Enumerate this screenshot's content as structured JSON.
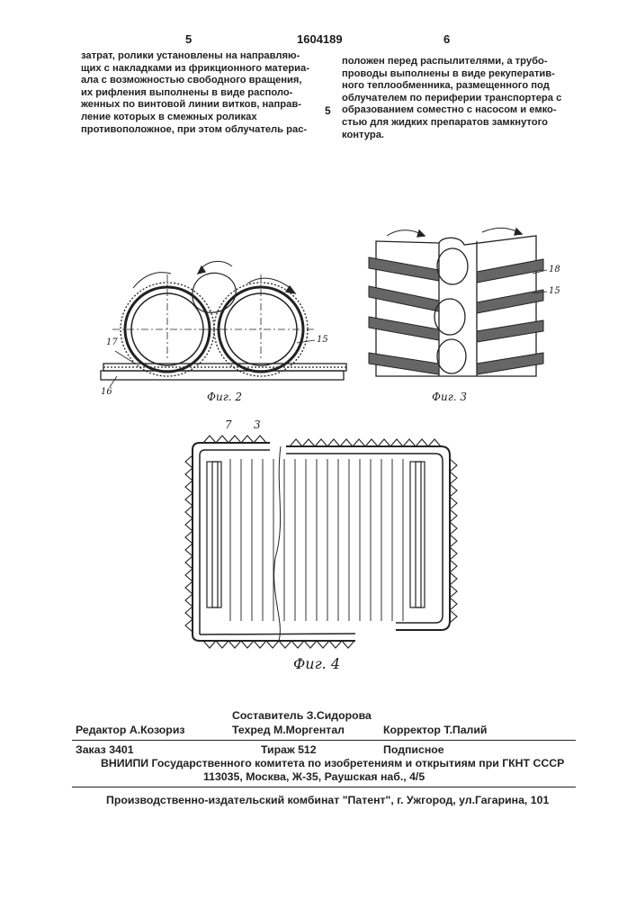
{
  "header": {
    "page_left": "5",
    "patent_number": "1604189",
    "page_right": "6",
    "margin_line_number": "5"
  },
  "left_column": [
    "затрат, ролики установлены на направляю-",
    "щих с накладками из фрикционного материа-",
    "ала с возможностью свободного вращения,",
    "их рифления выполнены в виде располо-",
    "женных по винтовой линии витков, направ-",
    "ление которых в смежных роликах",
    "противоположное, при этом облучатель рас-"
  ],
  "right_column": [
    "положен перед распылителями, а трубо-",
    "проводы выполнены в виде рекуператив-",
    "ного теплообменника, размещенного под",
    "облучателем по периферии транспортера с",
    "образованием соместно с насосом и емко-",
    "стью для жидких препаратов замкнутого",
    "контура."
  ],
  "figures": {
    "fig2": {
      "caption": "Фиг. 2",
      "labels": [
        "17",
        "16",
        "15"
      ]
    },
    "fig3": {
      "caption": "Фиг. 3",
      "labels": [
        "18",
        "15"
      ]
    },
    "fig4": {
      "caption": "Фиг. 4",
      "labels": [
        "7",
        "3"
      ]
    }
  },
  "footer": {
    "compiler": "Составитель З.Сидорова",
    "editor": "Редактор А.Козориз",
    "techred": "Техред М.Моргентал",
    "corrector": "Корректор Т.Палий",
    "order": "Заказ 3401",
    "circulation": "Тираж 512",
    "subscription": "Подписное",
    "institute": "ВНИИПИ Государственного комитета по изобретениям и открытиям при ГКНТ СССР",
    "address": "113035, Москва, Ж-35, Раушская наб., 4/5",
    "publisher": "Производственно-издательский комбинат \"Патент\", г. Ужгород, ул.Гагарина, 101"
  }
}
